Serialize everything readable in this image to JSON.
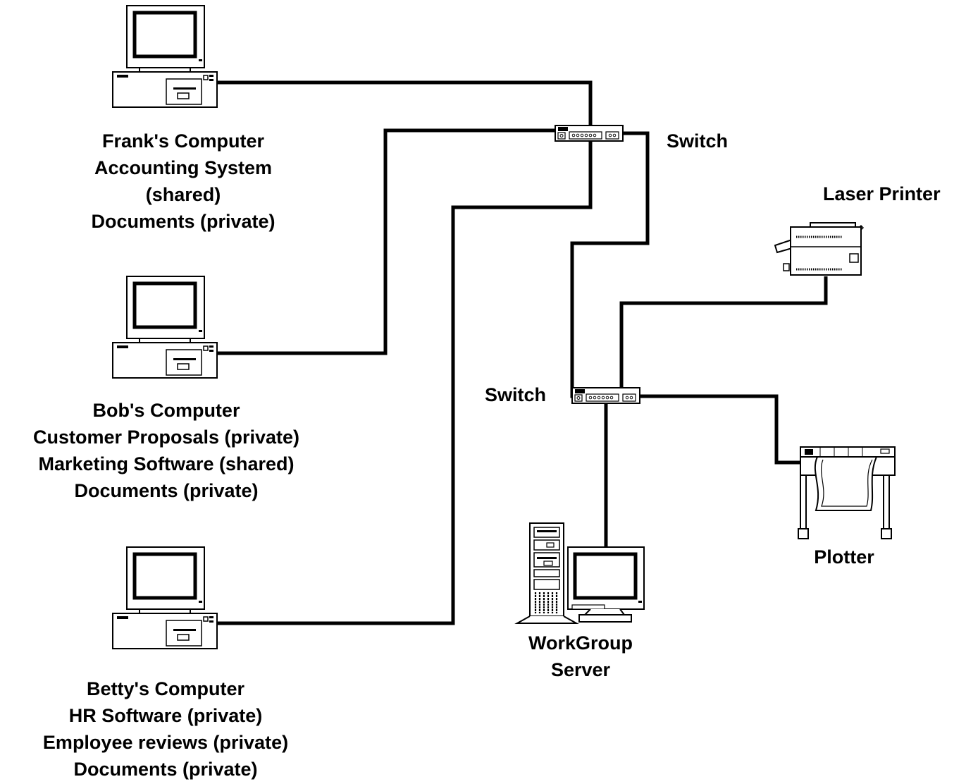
{
  "nodes": {
    "frank": {
      "lines": [
        "Frank's Computer",
        "Accounting System",
        "(shared)",
        "Documents (private)"
      ],
      "icon": "desktop-computer-icon"
    },
    "bob": {
      "lines": [
        "Bob's Computer",
        "Customer Proposals (private)",
        "Marketing Software (shared)",
        "Documents (private)"
      ],
      "icon": "desktop-computer-icon"
    },
    "betty": {
      "lines": [
        "Betty's Computer",
        "HR Software (private)",
        "Employee reviews (private)",
        "Documents (private)"
      ],
      "icon": "desktop-computer-icon"
    },
    "switch_top": {
      "label": "Switch",
      "icon": "network-switch-icon"
    },
    "switch_mid": {
      "label": "Switch",
      "icon": "network-switch-icon"
    },
    "laser_printer": {
      "label": "Laser Printer",
      "icon": "laser-printer-icon"
    },
    "server": {
      "lines": [
        "WorkGroup",
        "Server"
      ],
      "icon": "tower-server-icon"
    },
    "plotter": {
      "label": "Plotter",
      "icon": "plotter-icon"
    }
  },
  "colors": {
    "line": "#000000",
    "background": "#ffffff"
  }
}
